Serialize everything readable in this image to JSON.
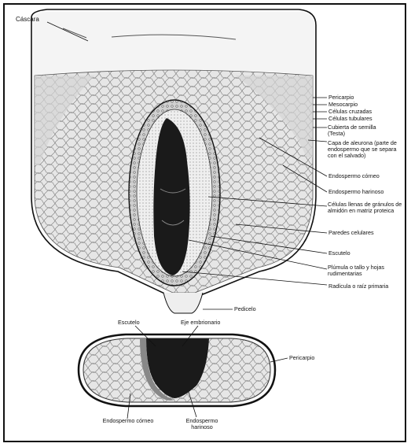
{
  "figure": {
    "top_labels": {
      "cascara": "Cáscara",
      "pericarpio": "Pericarpio",
      "mesocarpio": "Mesocarpio",
      "celulas_cruzadas": "Células cruzadas",
      "celulas_tubulares": "Células tubulares",
      "cubierta_semilla": "Cubierta de semilla (Testa)",
      "capa_aleurona": "Capa de aleurona (parte de endospermo que se separa con el salvado)",
      "endospermo_corneo": "Endospermo córneo",
      "endospermo_harinoso": "Endospermo harinoso",
      "celulas_llenas": "Células llenas de gránulos de almidón en matriz proteica",
      "paredes_celulares": "Paredes celulares",
      "escutelo": "Escutelo",
      "plumula": "Plúmula o tallo y hojas rudimentarias",
      "radicula": "Radícula o raíz primaria",
      "pedicelo": "Pedicelo"
    },
    "bottom_labels": {
      "escutelo": "Escutelo",
      "eje_embrionario": "Eje embrionario",
      "pericarpio": "Pericarpio",
      "endospermo_corneo": "Endospermo córneo",
      "endospermo_harinoso": "Endospermo harinoso"
    },
    "colors": {
      "line": "#111111",
      "shade": "#cfcfcf",
      "embryo": "#1a1a1a"
    }
  }
}
